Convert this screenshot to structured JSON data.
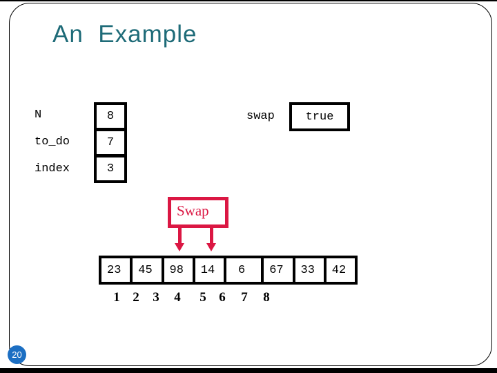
{
  "slide": {
    "title": "An  Example",
    "page_number": "20"
  },
  "variables": [
    {
      "name": "N",
      "value": "8"
    },
    {
      "name": "to_do",
      "value": "7"
    },
    {
      "name": "index",
      "value": "3"
    }
  ],
  "swap_flag": {
    "name": "swap",
    "value": "true"
  },
  "swap_call": {
    "label": "Swap"
  },
  "array": {
    "values": [
      "23",
      "45",
      "98",
      "14",
      "6",
      "67",
      "33",
      "42"
    ],
    "indices": [
      "1",
      "2",
      "3",
      "4",
      "5",
      "6",
      "7",
      "8"
    ]
  },
  "colors": {
    "title_teal": "#1E6B78",
    "swap_red": "#DB1743",
    "badge_blue": "#1C6FC3"
  }
}
